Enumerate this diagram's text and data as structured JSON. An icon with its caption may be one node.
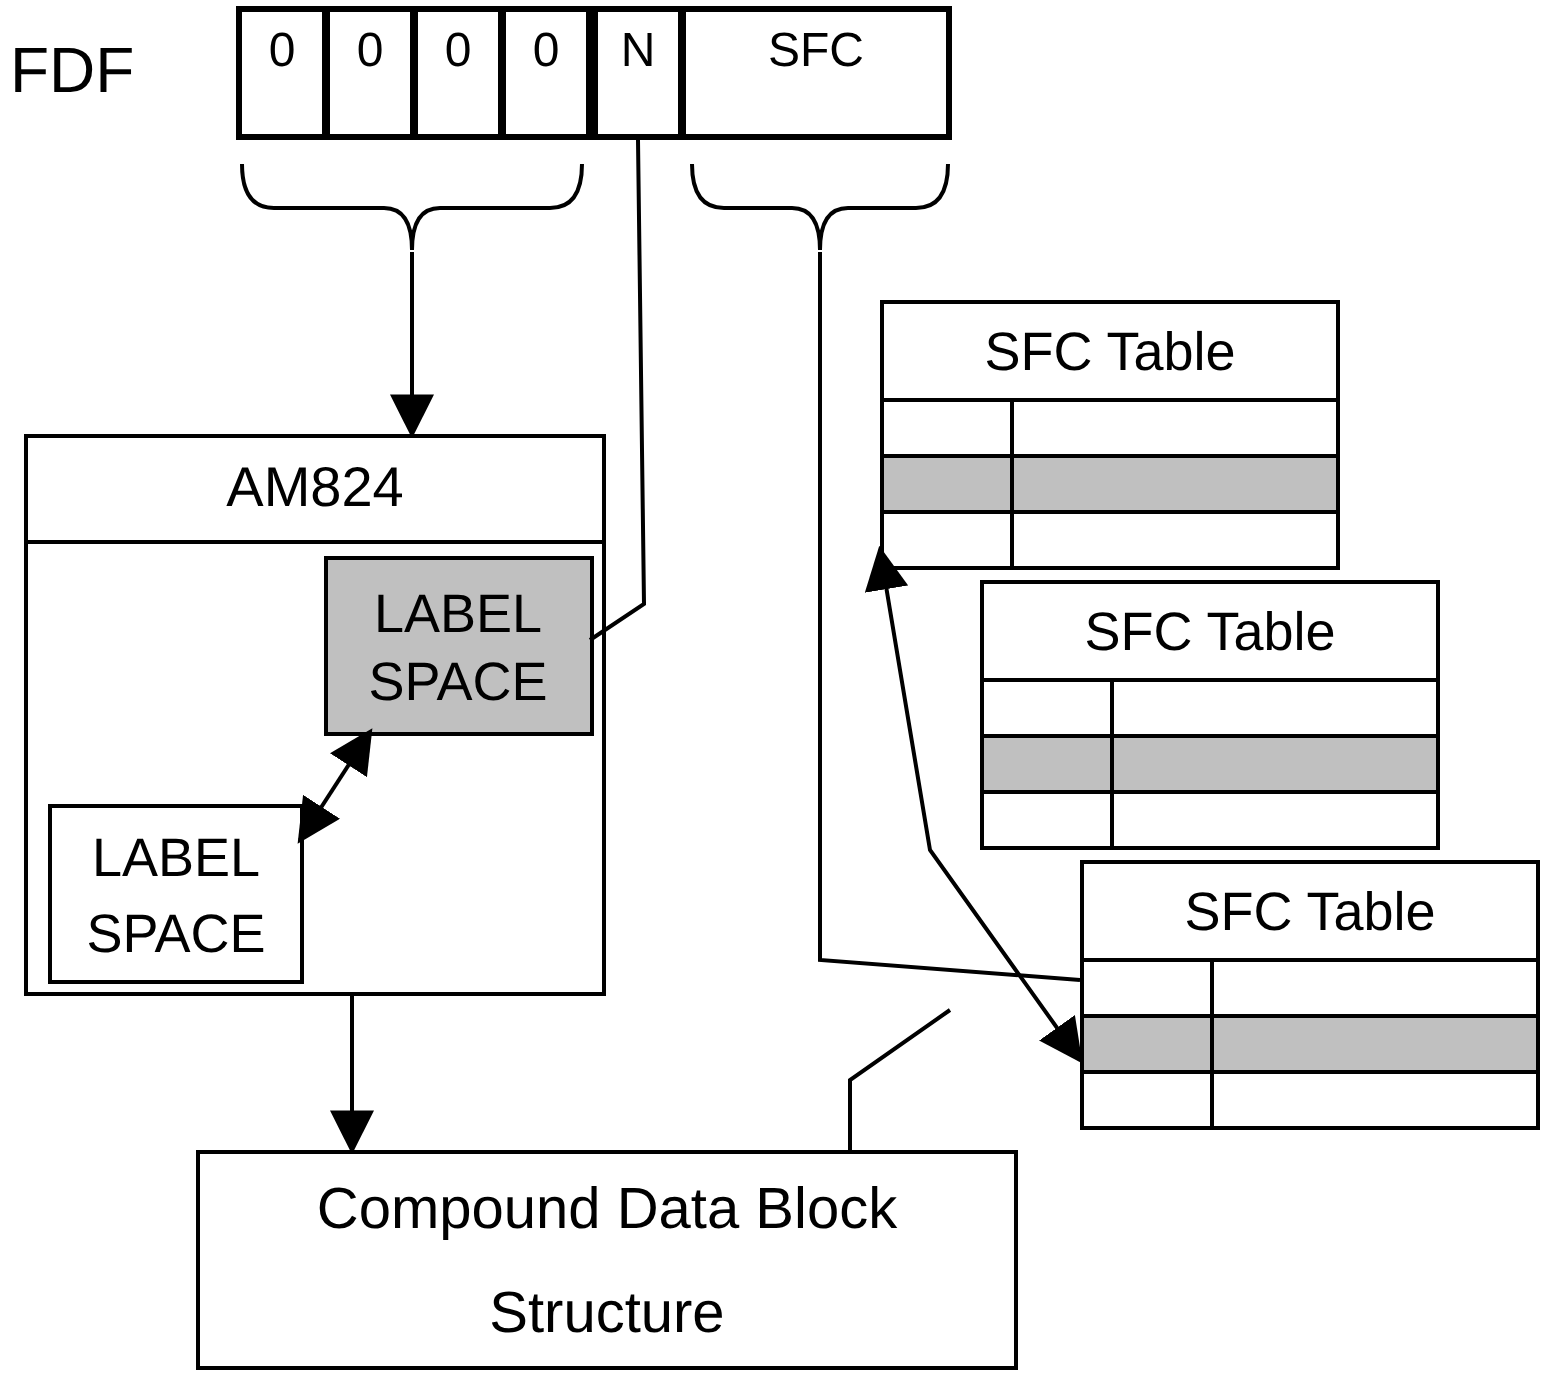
{
  "diagram": {
    "nodes": [
      {
        "text": [
          "FDF"
        ]
      },
      {
        "text": [
          "0"
        ],
        "in": 0
      },
      {
        "text": [
          "0"
        ],
        "in": 0
      },
      {
        "text": [
          "0"
        ],
        "in": 0
      },
      {
        "text": [
          "0"
        ],
        "in": 0
      },
      {
        "text": [
          "N"
        ],
        "in": 0
      },
      {
        "text": [
          "SFC"
        ],
        "in": 0
      },
      {
        "text": [],
        "shape": "brace"
      },
      {
        "text": [],
        "shape": "brace"
      },
      {
        "text": [
          "AM824"
        ]
      },
      {
        "text": [
          "LABEL SPACE"
        ],
        "in": 9
      },
      {
        "text": [
          "LABEL SPACE"
        ],
        "in": 9
      },
      {
        "text": [
          "SFC Table"
        ]
      },
      {
        "text": [
          "SFC Table"
        ]
      },
      {
        "text": [
          "SFC Table"
        ]
      },
      {
        "text": [
          "Compound Data Block Structure"
        ]
      }
    ],
    "edges": [
      {
        "from": 7,
        "to": 9,
        "arrow": "to"
      },
      {
        "from": 5,
        "to": 10,
        "arrow": "none"
      },
      {
        "from": 10,
        "to": 11,
        "arrow": "both"
      },
      {
        "from": 8,
        "to": 14,
        "arrow": "none"
      },
      {
        "from": 12,
        "to": 14,
        "arrow": "both"
      },
      {
        "from": 15,
        "to": null,
        "arrow": "none"
      },
      {
        "from": 9,
        "to": 15,
        "arrow": "to"
      }
    ]
  }
}
